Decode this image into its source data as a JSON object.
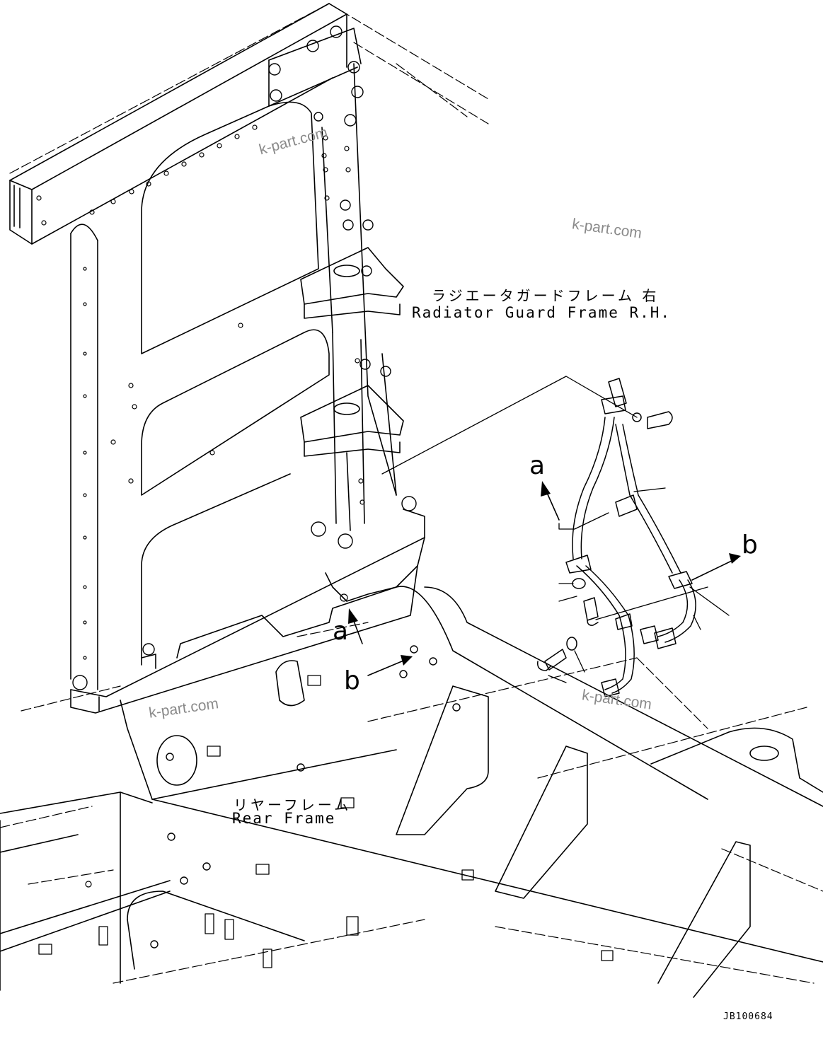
{
  "labels": {
    "radiator_jp": "ラジエータガードフレーム 右",
    "radiator_en": "Radiator Guard Frame R.H.",
    "rear_jp": "リヤーフレーム",
    "rear_en": "Rear Frame",
    "callout_a": "a",
    "callout_b": "b",
    "drawing_code": "JB100684"
  },
  "watermark": "k-part.com"
}
